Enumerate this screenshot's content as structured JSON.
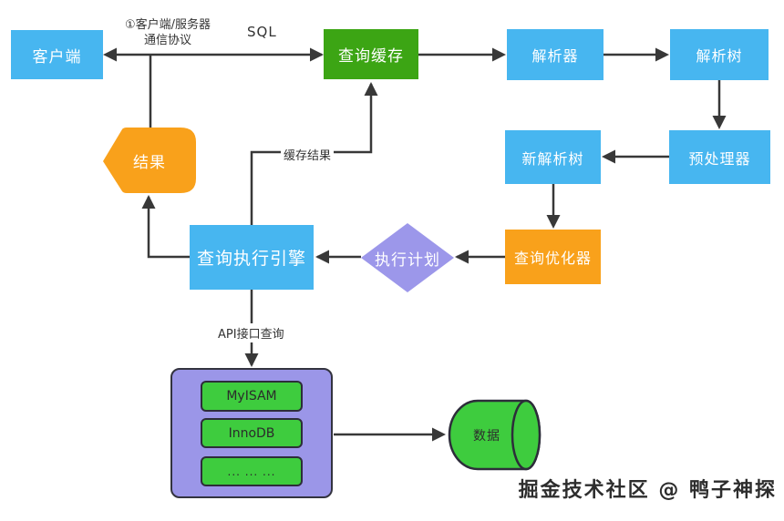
{
  "diagram": {
    "title_implied": "MySQL query execution flow",
    "nodes": {
      "client": {
        "label": "客户端",
        "color": "#47B6F0"
      },
      "query_cache": {
        "label": "查询缓存",
        "color": "#3CA514"
      },
      "parser": {
        "label": "解析器",
        "color": "#47B6F0"
      },
      "parse_tree": {
        "label": "解析树",
        "color": "#47B6F0"
      },
      "new_parse_tree": {
        "label": "新解析树",
        "color": "#47B6F0"
      },
      "preprocessor": {
        "label": "预处理器",
        "color": "#47B6F0"
      },
      "query_optimizer": {
        "label": "查询优化器",
        "color": "#F9A11B"
      },
      "execution_plan": {
        "label": "执行计划",
        "color": "#9C97EA",
        "shape": "diamond"
      },
      "query_execution_engine": {
        "label": "查询执行引擎",
        "color": "#47B6F0"
      },
      "result": {
        "label": "结果",
        "color": "#F9A11B",
        "shape": "pentagon"
      },
      "data_store": {
        "label": "数据",
        "color": "#3ECC3E",
        "shape": "cylinder"
      }
    },
    "storage_engines": [
      {
        "label": "MyISAM"
      },
      {
        "label": "InnoDB"
      },
      {
        "label": "... ... ..."
      }
    ],
    "edge_labels": {
      "protocol_line1": "①客户端/服务器",
      "protocol_line2": "通信协议",
      "sql": "SQL",
      "cache_result": "缓存结果",
      "api_query": "API接口查询"
    },
    "edges": [
      {
        "from": "client",
        "to": "query_cache",
        "bidirectional": true,
        "labels": [
          "①客户端/服务器 通信协议",
          "SQL"
        ]
      },
      {
        "from": "query_cache",
        "to": "parser"
      },
      {
        "from": "parser",
        "to": "parse_tree"
      },
      {
        "from": "parse_tree",
        "to": "preprocessor"
      },
      {
        "from": "preprocessor",
        "to": "new_parse_tree"
      },
      {
        "from": "new_parse_tree",
        "to": "query_optimizer"
      },
      {
        "from": "query_optimizer",
        "to": "execution_plan"
      },
      {
        "from": "execution_plan",
        "to": "query_execution_engine"
      },
      {
        "from": "query_execution_engine",
        "to": "result"
      },
      {
        "from": "result",
        "to": "client"
      },
      {
        "from": "query_execution_engine",
        "to": "query_cache",
        "label": "缓存结果"
      },
      {
        "from": "query_execution_engine",
        "to": "storage_engines",
        "label": "API接口查询"
      },
      {
        "from": "storage_engines",
        "to": "data_store"
      }
    ],
    "colors": {
      "node_blue": "#47B6F0",
      "node_green": "#3CA514",
      "node_orange": "#F9A11B",
      "diamond_purple": "#9C97EA",
      "container_purple": "#9B96E8",
      "engine_green": "#3ECC3E",
      "line": "#383838",
      "label_text": "#333333",
      "background": "#ffffff"
    }
  },
  "watermark": "掘金技术社区 @ 鸭子神探"
}
